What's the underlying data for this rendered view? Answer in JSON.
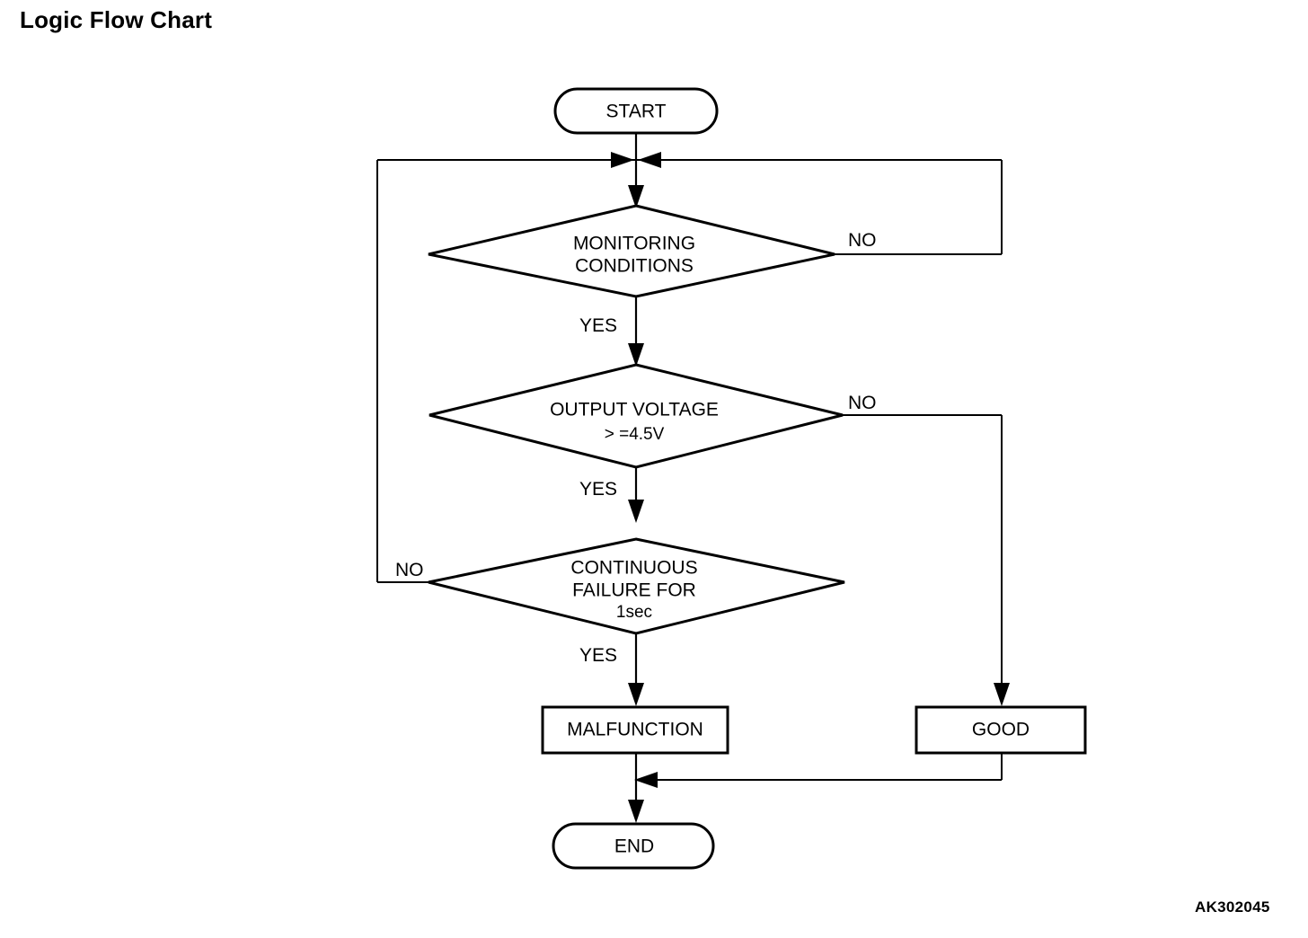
{
  "page": {
    "title": "Logic Flow Chart",
    "figure_reference": "AK302045",
    "background_color": "#ffffff",
    "line_color": "#000000"
  },
  "flowchart": {
    "nodes": [
      {
        "id": "start",
        "type": "terminator",
        "label": "START"
      },
      {
        "id": "monitoring",
        "type": "decision",
        "label_line1": "MONITORING",
        "label_line2": "CONDITIONS"
      },
      {
        "id": "voltage",
        "type": "decision",
        "label_line1": "OUTPUT VOLTAGE",
        "label_line2": "> =4.5V"
      },
      {
        "id": "continuous",
        "type": "decision",
        "label_line1": "CONTINUOUS",
        "label_line2": "FAILURE FOR",
        "label_line3": "1sec"
      },
      {
        "id": "malfunction",
        "type": "process",
        "label": "MALFUNCTION"
      },
      {
        "id": "good",
        "type": "process",
        "label": "GOOD"
      },
      {
        "id": "end",
        "type": "terminator",
        "label": "END"
      }
    ],
    "branch_labels": {
      "monitoring_no": "NO",
      "monitoring_yes": "YES",
      "voltage_no": "NO",
      "voltage_yes": "YES",
      "continuous_no": "NO",
      "continuous_yes": "YES"
    },
    "edges": [
      {
        "from": "start",
        "to": "monitoring",
        "label": ""
      },
      {
        "from": "monitoring",
        "to": "loop-top",
        "label": "NO"
      },
      {
        "from": "monitoring",
        "to": "voltage",
        "label": "YES"
      },
      {
        "from": "voltage",
        "to": "good",
        "label": "NO"
      },
      {
        "from": "voltage",
        "to": "continuous",
        "label": "YES"
      },
      {
        "from": "continuous",
        "to": "loop-top",
        "label": "NO"
      },
      {
        "from": "continuous",
        "to": "malfunction",
        "label": "YES"
      },
      {
        "from": "malfunction",
        "to": "end",
        "label": ""
      },
      {
        "from": "good",
        "to": "end",
        "label": ""
      }
    ]
  }
}
